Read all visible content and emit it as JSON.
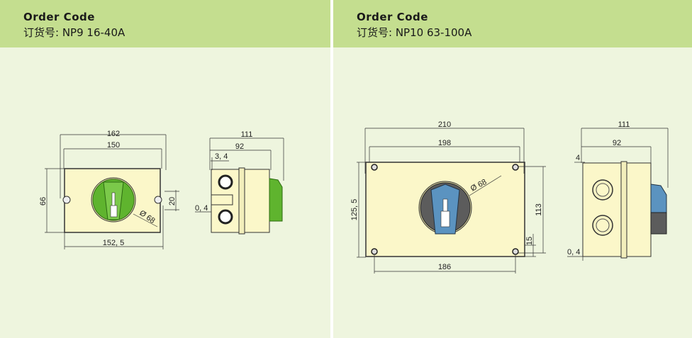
{
  "left": {
    "title": "Order Code",
    "subtitle": "订货号: NP9  16-40A",
    "dims": {
      "w_outer": "162",
      "w_inner": "150",
      "h": "66",
      "w_bottom": "152, 5",
      "hole": "20",
      "dia": "Ø 68",
      "side_total": "111",
      "side_body": "92",
      "flange": "3, 4",
      "gap": "0, 4"
    },
    "knob_color": "#5fb42e"
  },
  "right": {
    "title": "Order Code",
    "subtitle": "订货号: NP10  63-100A",
    "dims": {
      "w_outer": "210",
      "w_inner": "198",
      "h": "125, 5",
      "h_inner": "113",
      "corner": "15",
      "w_bottom": "186",
      "dia": "Ø 68",
      "side_total": "111",
      "side_body": "92",
      "flange": "4",
      "gap": "0, 4"
    },
    "knob_color": "#5b93c0"
  }
}
